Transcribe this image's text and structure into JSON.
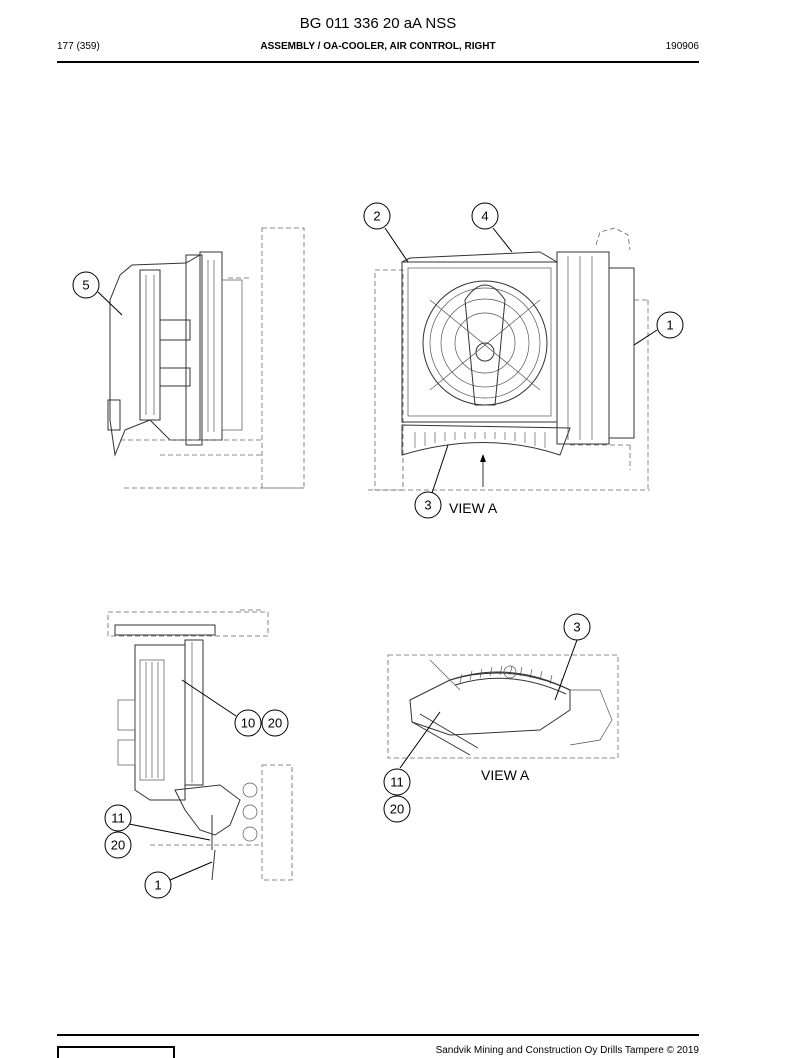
{
  "header": {
    "doc_number": "BG 011 336 20 aA NSS",
    "page": "177 (359)",
    "title": "ASSEMBLY / OA-COOLER, AIR CONTROL, RIGHT",
    "date": "190906"
  },
  "drawing": {
    "view_label_top": "VIEW  A",
    "view_label_bottom": "VIEW  A",
    "callouts": {
      "top_left_5": "5",
      "top_right_2": "2",
      "top_right_4": "4",
      "top_right_1": "1",
      "top_right_3": "3",
      "bottom_left_10": "10",
      "bottom_left_20a": "20",
      "bottom_left_11": "11",
      "bottom_left_20b": "20",
      "bottom_left_1": "1",
      "bottom_right_3": "3",
      "bottom_right_11": "11",
      "bottom_right_20": "20"
    }
  },
  "footer": {
    "copyright": "Sandvik Mining and Construction Oy Drills Tampere © 2019"
  }
}
